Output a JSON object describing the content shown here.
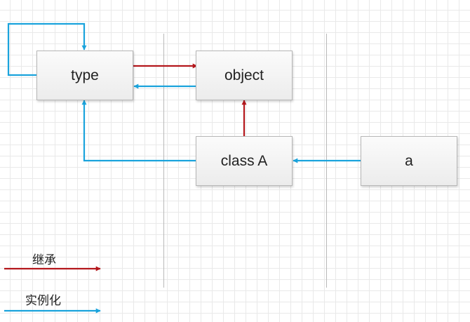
{
  "colors": {
    "inheritance": "#b4171c",
    "instantiation": "#1aa3dc",
    "node_border": "#b7b7b7",
    "grid": "#e9e9e9"
  },
  "nodes": {
    "type": {
      "label": "type"
    },
    "object": {
      "label": "object"
    },
    "class_a": {
      "label": "class A"
    },
    "a": {
      "label": "a"
    }
  },
  "edges": [
    {
      "from": "type",
      "to": "object",
      "kind": "inheritance"
    },
    {
      "from": "object",
      "to": "type",
      "kind": "instantiation"
    },
    {
      "from": "type",
      "to": "type",
      "kind": "instantiation"
    },
    {
      "from": "class_a",
      "to": "object",
      "kind": "inheritance"
    },
    {
      "from": "class_a",
      "to": "type",
      "kind": "instantiation"
    },
    {
      "from": "a",
      "to": "class_a",
      "kind": "instantiation"
    }
  ],
  "legend": {
    "inheritance": {
      "label": "继承"
    },
    "instantiation": {
      "label": "实例化"
    }
  }
}
